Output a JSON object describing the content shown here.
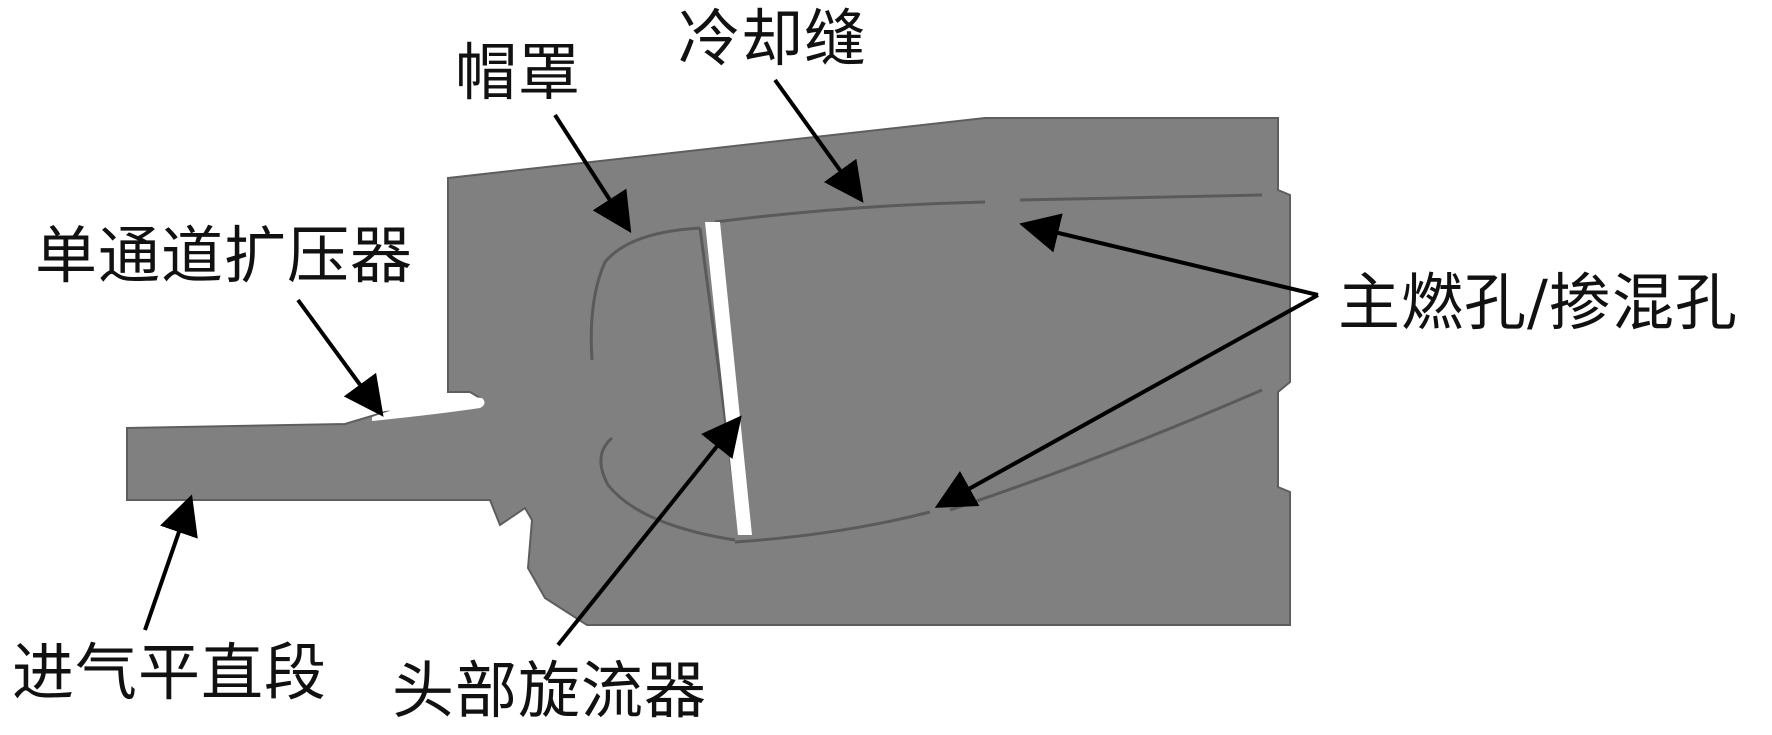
{
  "labels": {
    "diffuser": "单通道扩压器",
    "cowl": "帽罩",
    "cooling_slot": "冷却缝",
    "holes": "主燃孔/掺混孔",
    "inlet": "进气平直段",
    "swirler": "头部旋流器"
  },
  "colors": {
    "body_fill": "#808080",
    "body_stroke": "#5e5e5e",
    "gap": "#ffffff",
    "arrow": "#000000",
    "text": "#111111"
  }
}
